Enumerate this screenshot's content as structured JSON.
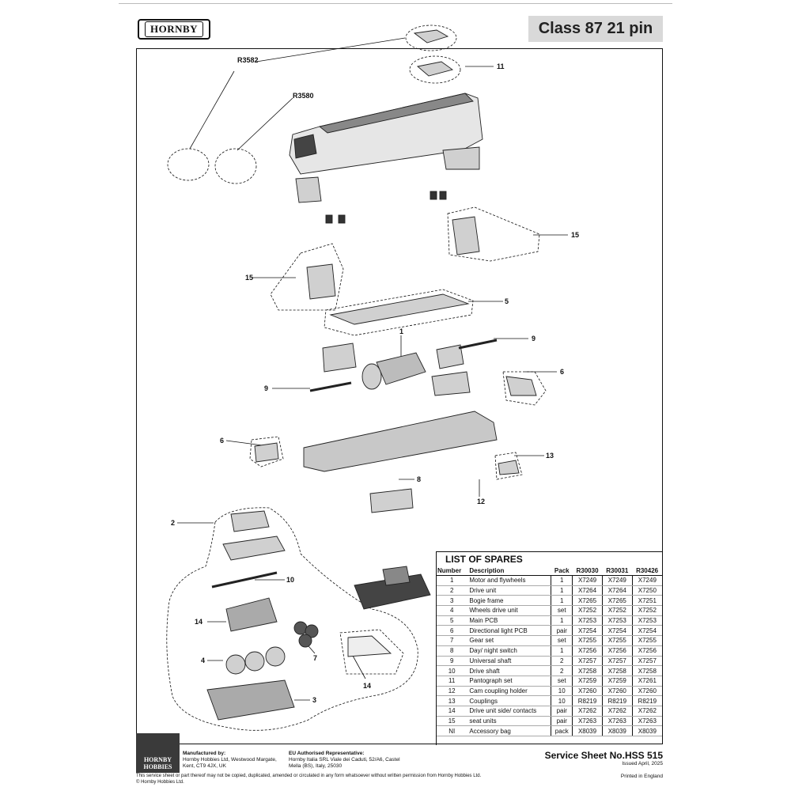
{
  "header": {
    "logo_text": "HORNBY",
    "title": "Class 87 21 pin"
  },
  "callouts": {
    "r3582": "R3582",
    "r3580": "R3580",
    "c11": "11",
    "c15a": "15",
    "c15b": "15",
    "c5": "5",
    "c1": "1",
    "c9a": "9",
    "c9b": "9",
    "c6a": "6",
    "c6b": "6",
    "c13": "13",
    "c8": "8",
    "c12": "12",
    "c2": "2",
    "c10": "10",
    "c14a": "14",
    "c14b": "14",
    "c4": "4",
    "c7": "7",
    "c3": "3"
  },
  "spares": {
    "title": "LIST OF SPARES",
    "headers": [
      "Number",
      "Description",
      "Pack",
      "R30030",
      "R30031",
      "R30426"
    ],
    "rows": [
      [
        "1",
        "Motor and flywheels",
        "1",
        "X7249",
        "X7249",
        "X7249"
      ],
      [
        "2",
        "Drive unit",
        "1",
        "X7264",
        "X7264",
        "X7250"
      ],
      [
        "3",
        "Bogie frame",
        "1",
        "X7265",
        "X7265",
        "X7251"
      ],
      [
        "4",
        "Wheels drive unit",
        "set",
        "X7252",
        "X7252",
        "X7252"
      ],
      [
        "5",
        "Main PCB",
        "1",
        "X7253",
        "X7253",
        "X7253"
      ],
      [
        "6",
        "Directional light PCB",
        "pair",
        "X7254",
        "X7254",
        "X7254"
      ],
      [
        "7",
        "Gear set",
        "set",
        "X7255",
        "X7255",
        "X7255"
      ],
      [
        "8",
        "Day/ night switch",
        "1",
        "X7256",
        "X7256",
        "X7256"
      ],
      [
        "9",
        "Universal shaft",
        "2",
        "X7257",
        "X7257",
        "X7257"
      ],
      [
        "10",
        "Drive shaft",
        "2",
        "X7258",
        "X7258",
        "X7258"
      ],
      [
        "11",
        "Pantograph set",
        "set",
        "X7259",
        "X7259",
        "X7261"
      ],
      [
        "12",
        "Cam coupling holder",
        "10",
        "X7260",
        "X7260",
        "X7260"
      ],
      [
        "13",
        "Couplings",
        "10",
        "R8219",
        "R8219",
        "R8219"
      ],
      [
        "14",
        "Drive unit side/ contacts",
        "pair",
        "X7262",
        "X7262",
        "X7262"
      ],
      [
        "15",
        "seat units",
        "pair",
        "X7263",
        "X7263",
        "X7263"
      ],
      [
        "NI",
        "Accessory bag",
        "pack",
        "X8039",
        "X8039",
        "X8039"
      ]
    ]
  },
  "footer": {
    "logo_line1": "HORNBY",
    "logo_line2": "HOBBIES",
    "mfr_title": "Manufactured by:",
    "mfr_text": "Hornby Hobbies Ltd, Westwood Margate, Kent, CT9 4JX, UK",
    "eu_title": "EU Authorised Representative:",
    "eu_text": "Hornby Italia SRL Viale dei Caduti, 52/A6, Castel Mella (BS), Italy, 25030",
    "sheet_no": "Service Sheet No.HSS 515",
    "issued": "Issued April, 2025",
    "copyright": "This service sheet or part thereof may not be copied, duplicated, amended or circulated in any form whatsoever without written permission from Hornby Hobbies Ltd.",
    "copyright2": "© Hornby Hobbies Ltd.",
    "printed": "Printed in England"
  }
}
